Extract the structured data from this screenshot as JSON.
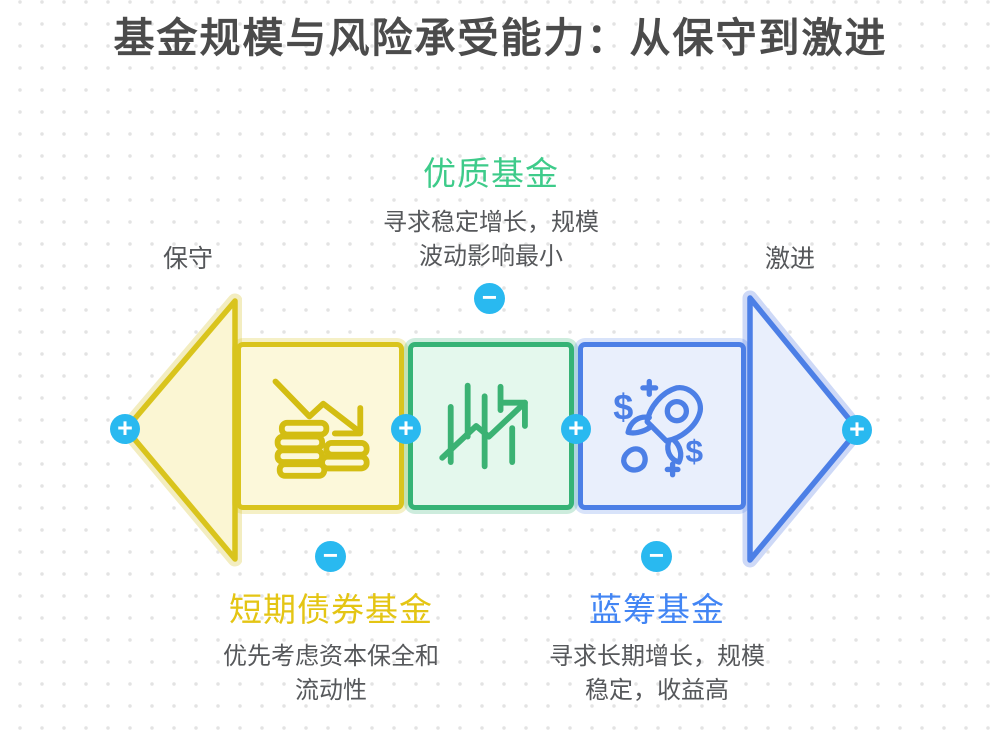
{
  "title": "基金规模与风险承受能力：从保守到激进",
  "spectrum": {
    "left_label": "保守",
    "right_label": "激进"
  },
  "funds": {
    "quality": {
      "name": "优质基金",
      "desc_line1": "寻求稳定增长，规模",
      "desc_line2": "波动影响最小",
      "icon": "growth-chart-icon"
    },
    "short_bond": {
      "name": "短期债券基金",
      "desc_line1": "优先考虑资本保全和",
      "desc_line2": "流动性",
      "icon": "coins-decline-icon"
    },
    "blue_chip": {
      "name": "蓝筹基金",
      "desc_line1": "寻求长期增长，规模",
      "desc_line2": "稳定，收益高",
      "icon": "rocket-dollar-icon"
    }
  },
  "badges": {
    "plus": "+",
    "minus": "−"
  },
  "icons": {
    "dollar": "$"
  },
  "colors": {
    "title_text": "#4b4b4b",
    "body_text": "#56585b",
    "badge_cyan": "#29b9f0",
    "yellow_stroke": "#d9c41d",
    "yellow_fill": "#fcf8da",
    "yellow_text": "#e4c514",
    "green_stroke": "#36b376",
    "green_fill": "#e4f8ed",
    "green_text": "#3ecb8a",
    "blue_stroke": "#4c7fe6",
    "blue_fill": "#e9effc",
    "blue_text": "#4285f4"
  }
}
